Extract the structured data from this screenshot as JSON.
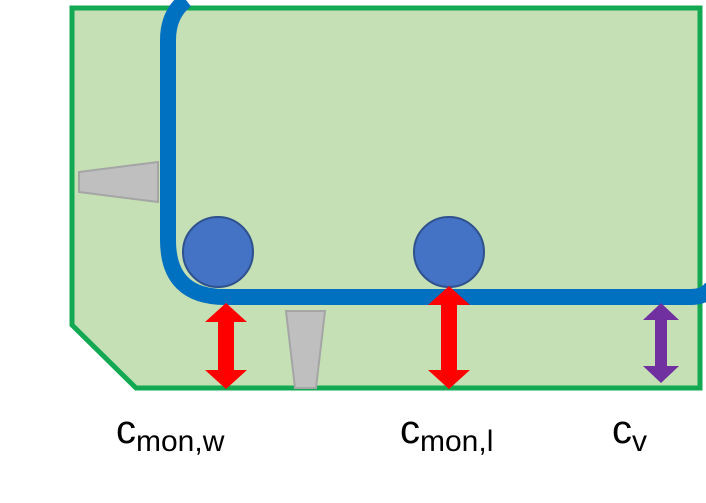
{
  "colors": {
    "chamber_fill": "#c5e0b4",
    "chamber_stroke": "#13a852",
    "belt": "#0070c0",
    "roller_fill": "#4472c4",
    "roller_stroke": "#2f528f",
    "nozzle_fill": "#bfbfbf",
    "nozzle_stroke": "#a5a5a5",
    "arrow_red": "#ff0000",
    "arrow_purple": "#7030a0"
  },
  "labels": {
    "c_mon_w": {
      "main": "c",
      "sub": "mon,w"
    },
    "c_mon_l": {
      "main": "c",
      "sub": "mon,l"
    },
    "c_v": {
      "main": "c",
      "sub": "v"
    }
  }
}
